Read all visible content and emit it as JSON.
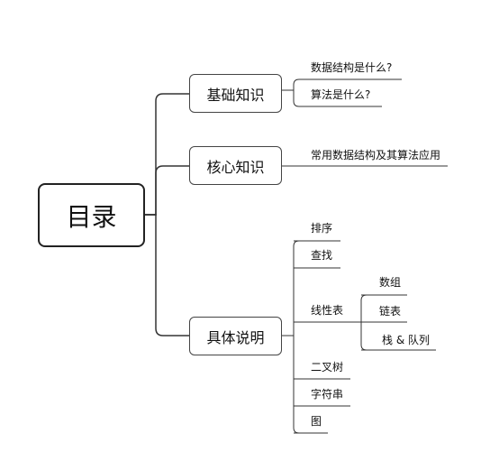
{
  "root": {
    "label": "目录"
  },
  "branches": [
    {
      "label": "基础知识",
      "children": [
        {
          "label": "数据结构是什么?"
        },
        {
          "label": "算法是什么?"
        }
      ]
    },
    {
      "label": "核心知识",
      "children": [
        {
          "label": "常用数据结构及其算法应用"
        }
      ]
    },
    {
      "label": "具体说明",
      "children": [
        {
          "label": "排序"
        },
        {
          "label": "查找"
        },
        {
          "label": "线性表",
          "children": [
            {
              "label": "数组"
            },
            {
              "label": "链表"
            },
            {
              "label": "栈 & 队列"
            }
          ]
        },
        {
          "label": "二叉树"
        },
        {
          "label": "字符串"
        },
        {
          "label": "图"
        }
      ]
    }
  ]
}
